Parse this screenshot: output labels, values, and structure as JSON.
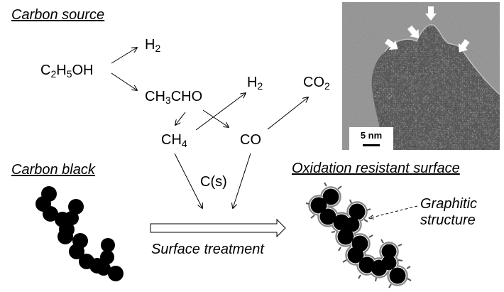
{
  "sections": {
    "carbon_source": "Carbon source",
    "carbon_black": "Carbon black",
    "oxidation_resistant_surface": "Oxidation resistant surface"
  },
  "species": {
    "ethanol": {
      "base": [
        "C",
        "H",
        "OH"
      ],
      "subs": [
        "2",
        "5"
      ]
    },
    "h2_top": {
      "base": "H",
      "sub": "2"
    },
    "acetaldehyde": {
      "base": [
        "CH",
        "CHO"
      ],
      "sub": "3"
    },
    "h2_mid": {
      "base": "H",
      "sub": "2"
    },
    "co2": {
      "base": "CO",
      "sub": "2"
    },
    "methane": {
      "base": "CH",
      "sub": "4"
    },
    "co": "CO",
    "solid_carbon": "C(s)"
  },
  "process": {
    "label": "Surface treatment"
  },
  "annotation": {
    "graphitic_line1": "Graphitic",
    "graphitic_line2": "structure"
  },
  "tem_image": {
    "scale_bar_label": "5 nm",
    "arrow_count": 4
  },
  "reactions": [
    {
      "from": "C2H5OH",
      "to": "H2"
    },
    {
      "from": "C2H5OH",
      "to": "CH3CHO"
    },
    {
      "from": "CH3CHO",
      "to": "CH4"
    },
    {
      "from": "CH3CHO",
      "to": "CO"
    },
    {
      "from": "CH4",
      "to": "H2"
    },
    {
      "from": "CO",
      "to": "CO2"
    },
    {
      "from": "CH4",
      "to": "C(s)"
    },
    {
      "from": "CO",
      "to": "C(s)"
    }
  ]
}
